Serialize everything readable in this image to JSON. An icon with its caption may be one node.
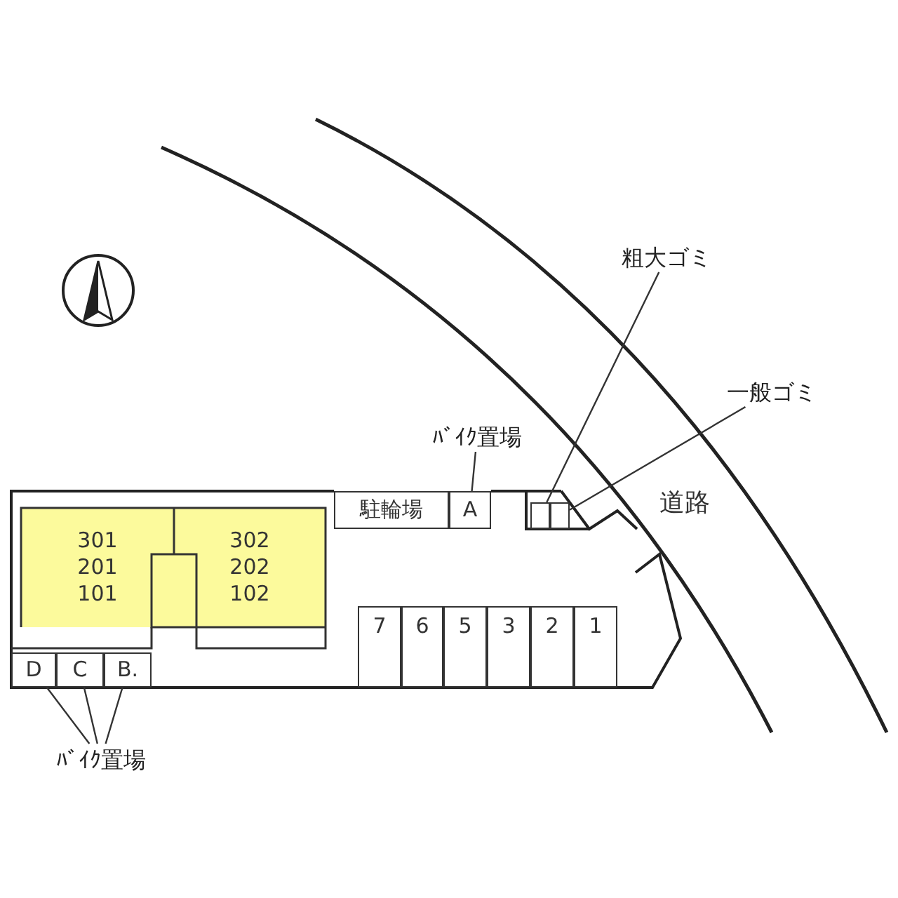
{
  "diagram": {
    "nodes": [
      {
        "text": [
          "301",
          "201",
          "101"
        ]
      },
      {
        "text": [
          "302",
          "202",
          "102"
        ]
      },
      {
        "text": [
          "駐輪場"
        ]
      },
      {
        "text": [
          "A"
        ]
      },
      {
        "text": [],
        "shape": "box"
      },
      {
        "text": [],
        "shape": "box"
      },
      {
        "text": [
          "7"
        ]
      },
      {
        "text": [
          "6"
        ]
      },
      {
        "text": [
          "5"
        ]
      },
      {
        "text": [
          "3"
        ]
      },
      {
        "text": [
          "2"
        ]
      },
      {
        "text": [
          "1"
        ]
      },
      {
        "text": [
          "D"
        ]
      },
      {
        "text": [
          "C"
        ]
      },
      {
        "text": [
          "B."
        ]
      },
      {
        "text": [
          "ﾊﾞｲｸ置場"
        ]
      },
      {
        "text": [
          "粗大ゴミ"
        ]
      },
      {
        "text": [
          "一般ゴミ"
        ]
      },
      {
        "text": [
          "ﾊﾞｲｸ置場"
        ]
      }
    ],
    "edges": [
      {
        "from": 15,
        "to": 3,
        "arrow": "none"
      },
      {
        "from": 16,
        "to": 4,
        "arrow": "none"
      },
      {
        "from": 17,
        "to": 5,
        "arrow": "none"
      },
      {
        "from": 18,
        "to": 12,
        "arrow": "none"
      },
      {
        "from": 18,
        "to": 13,
        "arrow": "none"
      },
      {
        "from": 18,
        "to": 14,
        "arrow": "none"
      }
    ],
    "labels": [
      "道路"
    ]
  }
}
